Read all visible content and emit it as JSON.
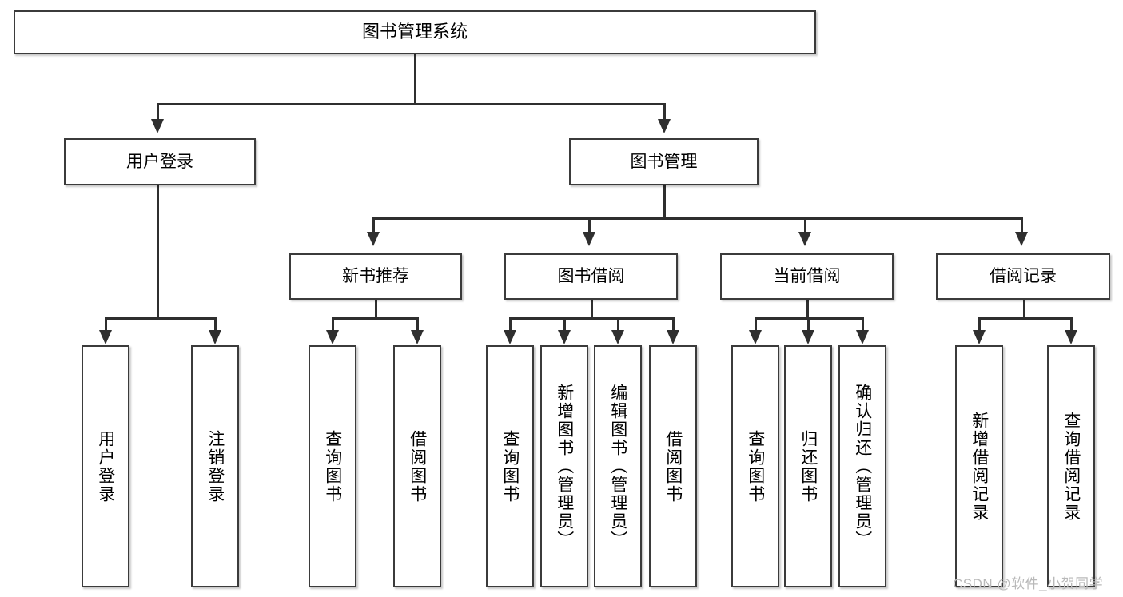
{
  "diagram": {
    "type": "tree-hierarchy",
    "title": "图书管理系统",
    "root": {
      "id": "root",
      "label": "图书管理系统"
    },
    "level1": [
      {
        "id": "user-login",
        "label": "用户登录"
      },
      {
        "id": "book-manage",
        "label": "图书管理"
      }
    ],
    "level2": [
      {
        "id": "new-book-rec",
        "label": "新书推荐",
        "parent": "book-manage"
      },
      {
        "id": "book-borrow",
        "label": "图书借阅",
        "parent": "book-manage"
      },
      {
        "id": "current-borrow",
        "label": "当前借阅",
        "parent": "book-manage"
      },
      {
        "id": "borrow-record",
        "label": "借阅记录",
        "parent": "book-manage"
      }
    ],
    "leaves": [
      {
        "id": "leaf-user-login",
        "label": "用户登录",
        "parent": "user-login"
      },
      {
        "id": "leaf-user-logout",
        "label": "注销登录",
        "parent": "user-login"
      },
      {
        "id": "leaf-query-book-1",
        "label": "查询图书",
        "parent": "new-book-rec"
      },
      {
        "id": "leaf-borrow-book-1",
        "label": "借阅图书",
        "parent": "new-book-rec"
      },
      {
        "id": "leaf-query-book-2",
        "label": "查询图书",
        "parent": "book-borrow"
      },
      {
        "id": "leaf-add-book",
        "label": "新增图书（管理员）",
        "parent": "book-borrow"
      },
      {
        "id": "leaf-edit-book",
        "label": "编辑图书（管理员）",
        "parent": "book-borrow"
      },
      {
        "id": "leaf-borrow-book-2",
        "label": "借阅图书",
        "parent": "book-borrow"
      },
      {
        "id": "leaf-query-book-3",
        "label": "查询图书",
        "parent": "current-borrow"
      },
      {
        "id": "leaf-return-book",
        "label": "归还图书",
        "parent": "current-borrow"
      },
      {
        "id": "leaf-confirm-return",
        "label": "确认归还（管理员）",
        "parent": "current-borrow"
      },
      {
        "id": "leaf-add-record",
        "label": "新增借阅记录",
        "parent": "borrow-record"
      },
      {
        "id": "leaf-query-record",
        "label": "查询借阅记录",
        "parent": "borrow-record"
      }
    ],
    "colors": {
      "box_border": "#3b3b3b",
      "box_fill": "#ffffff",
      "connector": "#2f2f2f",
      "text": "#000000",
      "watermark": "#b9b9b9"
    }
  },
  "watermark": {
    "text": "CSDN @软件_小贺同学"
  }
}
